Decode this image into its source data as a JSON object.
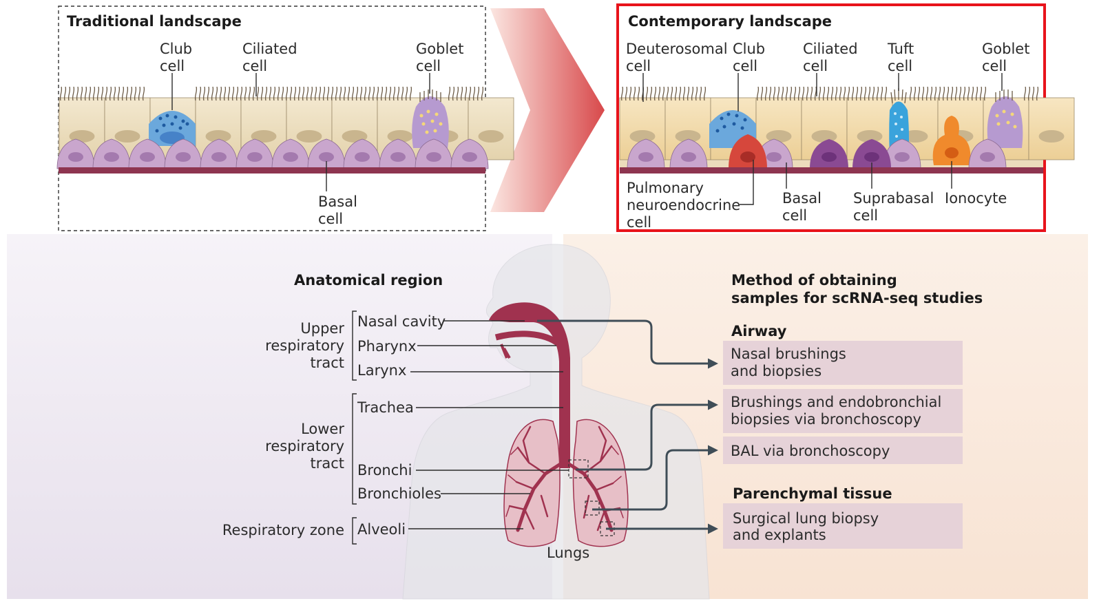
{
  "traditional": {
    "title": "Traditional landscape",
    "labels": {
      "club_1": "Club",
      "club_2": "cell",
      "ciliated_1": "Ciliated",
      "ciliated_2": "cell",
      "goblet_1": "Goblet",
      "goblet_2": "cell",
      "basal_1": "Basal",
      "basal_2": "cell"
    }
  },
  "contemporary": {
    "title": "Contemporary landscape",
    "labels": {
      "deutero_1": "Deuterosomal",
      "deutero_2": "cell",
      "club_1": "Club",
      "club_2": "cell",
      "ciliated_1": "Ciliated",
      "ciliated_2": "cell",
      "tuft_1": "Tuft",
      "tuft_2": "cell",
      "goblet_1": "Goblet",
      "goblet_2": "cell",
      "pnec_1": "Pulmonary",
      "pnec_2": "neuroendocrine",
      "pnec_3": "cell",
      "basal_1": "Basal",
      "basal_2": "cell",
      "supra_1": "Suprabasal",
      "supra_2": "cell",
      "ionocyte": "Ionocyte"
    }
  },
  "anatomy": {
    "heading": "Anatomical region",
    "upper": [
      "Upper",
      "respiratory",
      "tract"
    ],
    "lower": [
      "Lower",
      "respiratory",
      "tract"
    ],
    "respiratory_zone": "Respiratory zone",
    "regions": {
      "nasal": "Nasal cavity",
      "pharynx": "Pharynx",
      "larynx": "Larynx",
      "trachea": "Trachea",
      "bronchi": "Bronchi",
      "bronchioles": "Bronchioles",
      "alveoli": "Alveoli"
    },
    "lungs": "Lungs"
  },
  "methods": {
    "heading_1": "Method of obtaining",
    "heading_2": "samples for scRNA-seq studies",
    "airway": "Airway",
    "nasal_1": "Nasal brushings",
    "nasal_2": "and biopsies",
    "brush_1": "Brushings and endobronchial",
    "brush_2": "biopsies via bronchoscopy",
    "bal": "BAL via bronchoscopy",
    "parenchymal": "Parenchymal tissue",
    "surgical_1": "Surgical lung biopsy",
    "surgical_2": "and explants"
  },
  "colors": {
    "highlight": "#e8131b",
    "airway": "#a0324f",
    "basal": "#c9a6cd",
    "club": "#6ba8dc",
    "pnec": "#d6473c",
    "tuft": "#3aa3dc",
    "ionocyte": "#f08a2c",
    "goblet": "#b69ad0",
    "membrane": "#8e3550",
    "method_box": "#e6d2d8"
  }
}
